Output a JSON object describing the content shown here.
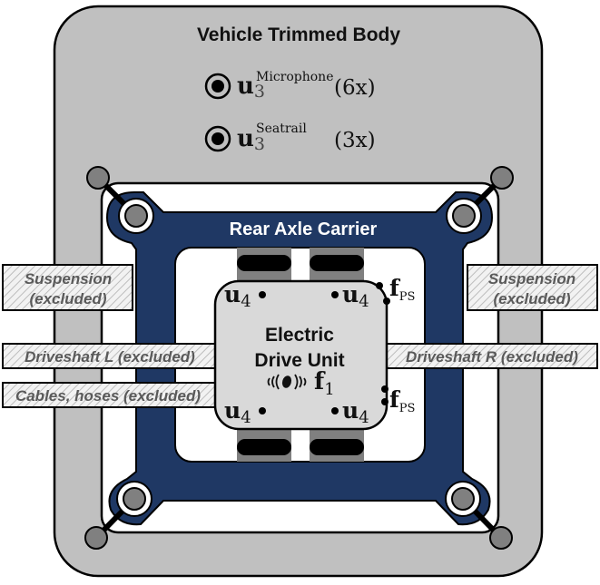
{
  "title": "Vehicle Trimmed Body",
  "sensors": [
    {
      "symbol": "u",
      "subscript": "3",
      "superscript": "Microphone",
      "count": "(6x)"
    },
    {
      "symbol": "u",
      "subscript": "3",
      "superscript": "Seatrail",
      "count": "(3x)"
    }
  ],
  "carrier": {
    "label": "Rear Axle Carrier"
  },
  "edu": {
    "line1": "Electric",
    "line2": "Drive Unit",
    "force_symbol": "f",
    "force_subscript": "1",
    "mount_symbol": "u",
    "mount_subscript": "4",
    "ps_symbol": "f",
    "ps_subscript": "PS"
  },
  "excluded": {
    "suspension_left_1": "Suspension",
    "suspension_left_2": "(excluded)",
    "suspension_right_1": "Suspension",
    "suspension_right_2": "(excluded)",
    "driveshaft_left": "Driveshaft L (excluded)",
    "driveshaft_right": "Driveshaft R (excluded)",
    "cables": "Cables, hoses (excluded)"
  },
  "colors": {
    "body": "#c0c0c0",
    "carrier": "#1f3864",
    "edu": "#d9d9d9",
    "bushing": "#808080"
  }
}
